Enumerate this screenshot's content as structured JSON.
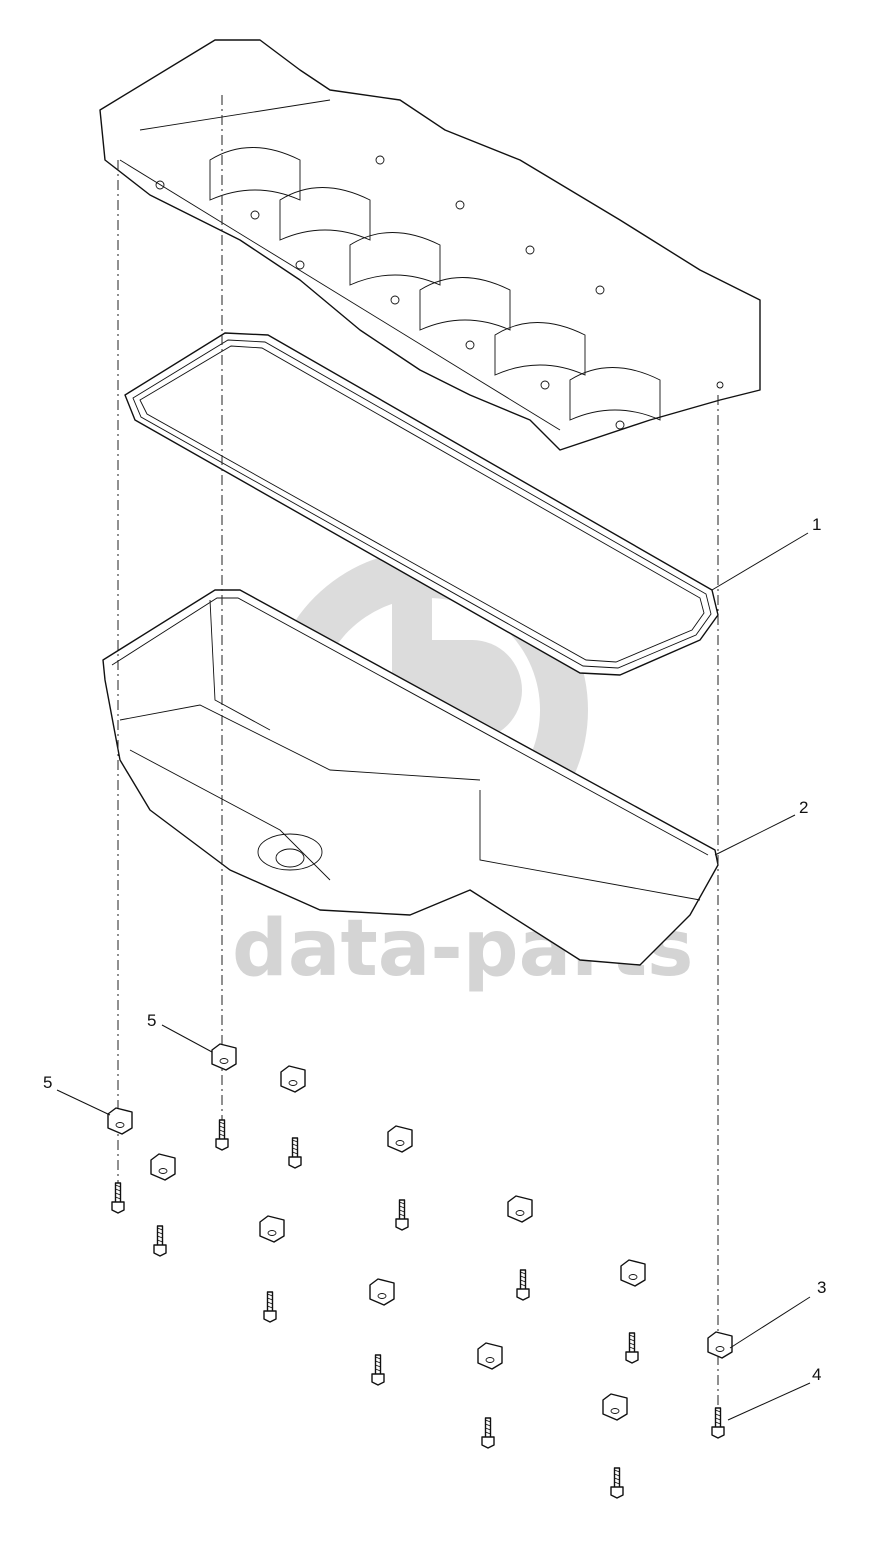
{
  "watermark": {
    "text": "data-parts",
    "color": "#d4d4d4",
    "logo_icon": "dp-logo-icon"
  },
  "callouts": [
    {
      "id": "c1",
      "number": "1",
      "part": "oil pan gasket"
    },
    {
      "id": "c2",
      "number": "2",
      "part": "oil pan"
    },
    {
      "id": "c3",
      "number": "3",
      "part": "spacer"
    },
    {
      "id": "c4",
      "number": "4",
      "part": "bolt"
    },
    {
      "id": "c5a",
      "number": "5",
      "part": "spacer"
    },
    {
      "id": "c5b",
      "number": "5",
      "part": "spacer"
    }
  ]
}
